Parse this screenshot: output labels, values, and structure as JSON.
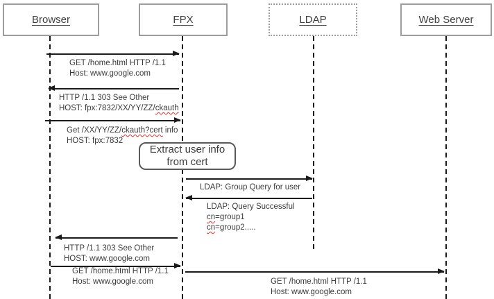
{
  "diagram": {
    "type": "sequence-diagram",
    "actors": [
      {
        "id": "browser",
        "label": "Browser"
      },
      {
        "id": "fpx",
        "label": "FPX"
      },
      {
        "id": "ldap",
        "label": "LDAP"
      },
      {
        "id": "webserver",
        "label": "Web Server"
      }
    ],
    "note": {
      "line1": "Extract user info",
      "line2": "from cert"
    },
    "messages": {
      "m1": {
        "from": "Browser",
        "to": "FPX",
        "line1": "GET /home.html HTTP /1.1",
        "line2": "Host: www.google.com"
      },
      "m2": {
        "from": "FPX",
        "to": "Browser",
        "line1": "HTTP /1.1 303 See Other",
        "line2a": "HOST: fpx:7832/XX/YY/ZZ/",
        "line2b": "ckauth"
      },
      "m3": {
        "from": "Browser",
        "to": "FPX",
        "line1a": "Get /XX/YY/ZZ/",
        "line1b": "ckauth?cert",
        "line1c": " info",
        "line2": "HOST: fpx:7832"
      },
      "m4": {
        "from": "FPX",
        "to": "LDAP",
        "line1": "LDAP: Group Query for user"
      },
      "m5": {
        "from": "LDAP",
        "to": "FPX",
        "line1": "LDAP: Query Successful",
        "line2a": "cn",
        "line2b": "=group1",
        "line3a": "cn",
        "line3b": "=group2....."
      },
      "m6": {
        "from": "FPX",
        "to": "Browser",
        "line1": "HTTP /1.1 303 See Other",
        "line2": "HOST: www.google.com"
      },
      "m7": {
        "from": "Browser",
        "to": "FPX",
        "line1": "GET /home.html HTTP /1.1",
        "line2": "Host: www.google.com"
      },
      "m8": {
        "from": "FPX",
        "to": "Web Server",
        "line1": "GET /home.html HTTP /1.1",
        "line2": "Host: www.google.com"
      }
    },
    "colors": {
      "text": "#3b3b3b",
      "arrow": "#1a1a1a",
      "box_border": "#9d9d9d",
      "misspell_squiggle": "#e03030"
    }
  }
}
